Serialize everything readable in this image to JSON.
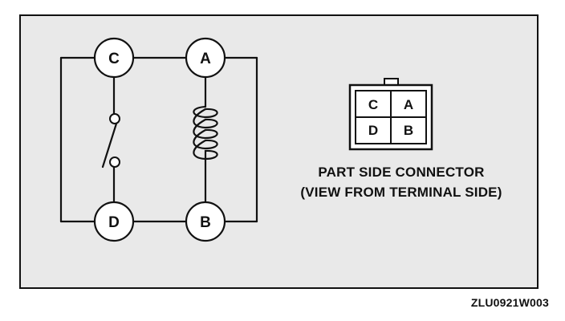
{
  "diagram": {
    "terminals": {
      "C": "C",
      "A": "A",
      "D": "D",
      "B": "B"
    },
    "connector": {
      "cells": [
        [
          "C",
          "A"
        ],
        [
          "D",
          "B"
        ]
      ]
    },
    "caption": {
      "line1": "PART SIDE CONNECTOR",
      "line2": "(VIEW FROM TERMINAL SIDE)"
    },
    "figure_code": "ZLU0921W003"
  },
  "colors": {
    "background": "#e9e9e9",
    "line": "#111111",
    "fill": "#ffffff"
  }
}
